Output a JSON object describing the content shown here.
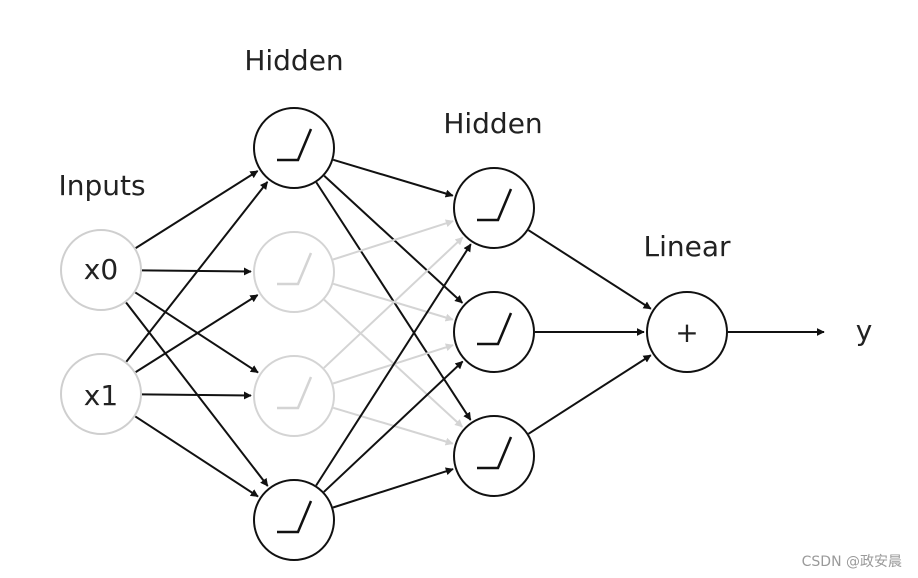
{
  "labels": {
    "inputs": "Inputs",
    "hidden_1": "Hidden",
    "hidden_2": "Hidden",
    "linear": "Linear",
    "output": "y"
  },
  "input_nodes": [
    "x0",
    "x1"
  ],
  "output_node_symbol": "+",
  "watermark": "CSDN @政安晨",
  "node_icon": "relu-activation-icon",
  "colors": {
    "active": "#111111",
    "dropped": "#d4d4d4",
    "input_stroke": "#cfcfcf",
    "text": "#222222"
  }
}
